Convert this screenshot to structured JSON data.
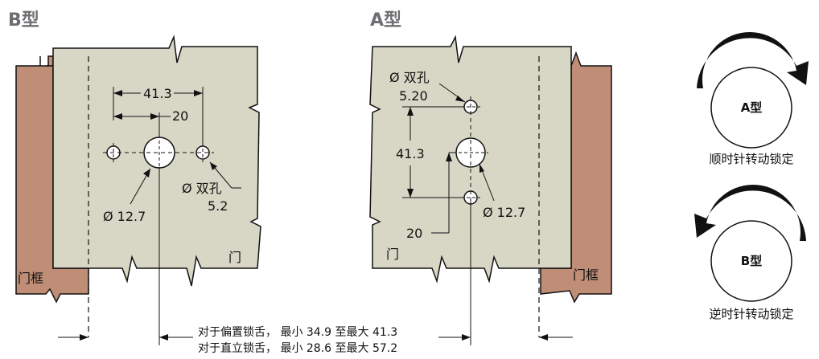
{
  "type_b": {
    "title": "B型",
    "dim_spacing": "41.3",
    "dim_offset": "20",
    "twin_hole_label": "Ø 双孔",
    "twin_hole_size": "5.2",
    "main_hole": "Ø 12.7",
    "door_label": "门",
    "frame_label": "门框"
  },
  "type_a": {
    "title": "A型",
    "twin_hole_label": "Ø 双孔",
    "twin_hole_size": "5.20",
    "dim_spacing": "41.3",
    "main_hole": "Ø 12.7",
    "dim_offset": "20",
    "door_label": "门",
    "frame_label": "门框"
  },
  "notes": {
    "line1": "对于偏置锁舌， 最小 34.9 至最大 41.3",
    "line2": "对于直立锁舌， 最小 28.6 至最大 57.2"
  },
  "rotation": {
    "a": {
      "label": "A型",
      "caption": "顺时针转动锁定"
    },
    "b": {
      "label": "B型",
      "caption": "逆时针转动锁定"
    }
  },
  "colors": {
    "door": "#d8d7c6",
    "frame": "#c08d77",
    "title": "#6d6e71",
    "line": "#111111"
  }
}
